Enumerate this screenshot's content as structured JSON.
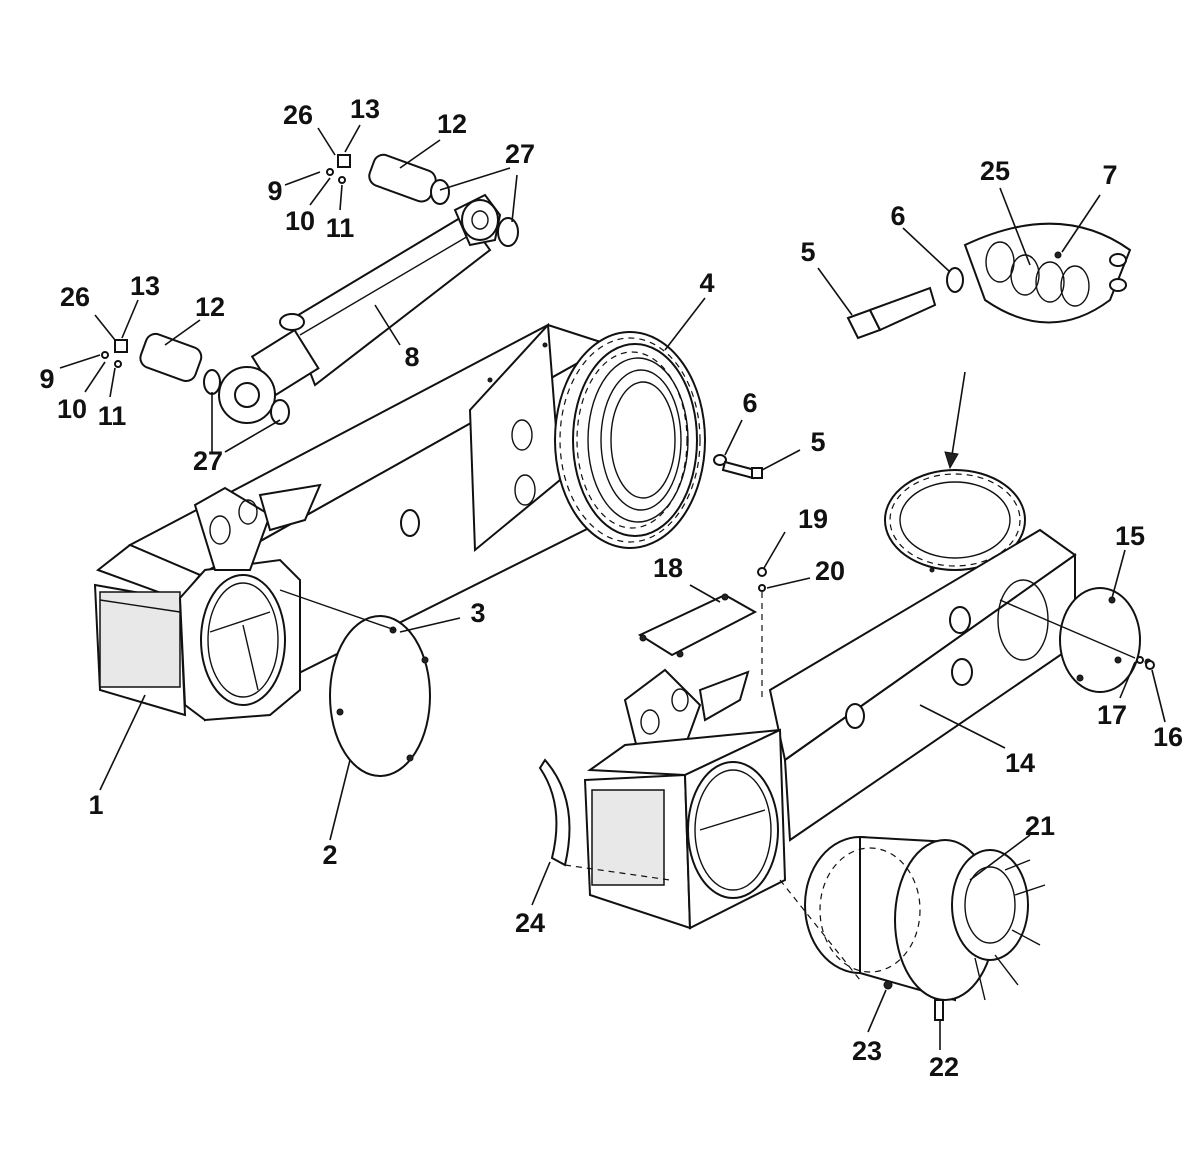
{
  "callouts": [
    {
      "id": "c26a",
      "label": "26"
    },
    {
      "id": "c13a",
      "label": "13"
    },
    {
      "id": "c12a",
      "label": "12"
    },
    {
      "id": "c27a",
      "label": "27"
    },
    {
      "id": "c9a",
      "label": "9"
    },
    {
      "id": "c10a",
      "label": "10"
    },
    {
      "id": "c11a",
      "label": "11"
    },
    {
      "id": "c26b",
      "label": "26"
    },
    {
      "id": "c13b",
      "label": "13"
    },
    {
      "id": "c12b",
      "label": "12"
    },
    {
      "id": "c8",
      "label": "8"
    },
    {
      "id": "c9b",
      "label": "9"
    },
    {
      "id": "c10b",
      "label": "10"
    },
    {
      "id": "c11b",
      "label": "11"
    },
    {
      "id": "c27b",
      "label": "27"
    },
    {
      "id": "c4",
      "label": "4"
    },
    {
      "id": "c6a",
      "label": "6"
    },
    {
      "id": "c5a",
      "label": "5"
    },
    {
      "id": "c25",
      "label": "25"
    },
    {
      "id": "c7",
      "label": "7"
    },
    {
      "id": "c6b",
      "label": "6"
    },
    {
      "id": "c5b",
      "label": "5"
    },
    {
      "id": "c3",
      "label": "3"
    },
    {
      "id": "c1",
      "label": "1"
    },
    {
      "id": "c2",
      "label": "2"
    },
    {
      "id": "c19",
      "label": "19"
    },
    {
      "id": "c18",
      "label": "18"
    },
    {
      "id": "c20",
      "label": "20"
    },
    {
      "id": "c15",
      "label": "15"
    },
    {
      "id": "c17",
      "label": "17"
    },
    {
      "id": "c16",
      "label": "16"
    },
    {
      "id": "c14",
      "label": "14"
    },
    {
      "id": "c21",
      "label": "21"
    },
    {
      "id": "c24",
      "label": "24"
    },
    {
      "id": "c23",
      "label": "23"
    },
    {
      "id": "c22",
      "label": "22"
    }
  ]
}
